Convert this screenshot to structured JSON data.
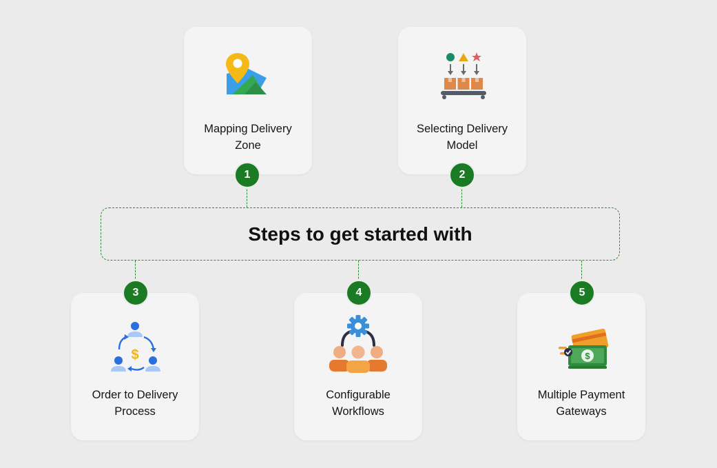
{
  "title": "Steps to get started with",
  "colors": {
    "accent": "#1a7b24",
    "connector": "#2e8a35",
    "background": "#ebebeb",
    "card": "#f4f4f4"
  },
  "steps": [
    {
      "number": "1",
      "label_line1": "Mapping Delivery",
      "label_line2": "Zone",
      "icon": "map-pin-icon"
    },
    {
      "number": "2",
      "label_line1": "Selecting Delivery",
      "label_line2": "Model",
      "icon": "conveyor-sorting-icon"
    },
    {
      "number": "3",
      "label_line1": "Order to Delivery",
      "label_line2": "Process",
      "icon": "payment-cycle-icon"
    },
    {
      "number": "4",
      "label_line1": "Configurable",
      "label_line2": "Workflows",
      "icon": "team-gear-icon"
    },
    {
      "number": "5",
      "label_line1": "Multiple Payment",
      "label_line2": "Gateways",
      "icon": "cash-card-icon"
    }
  ]
}
